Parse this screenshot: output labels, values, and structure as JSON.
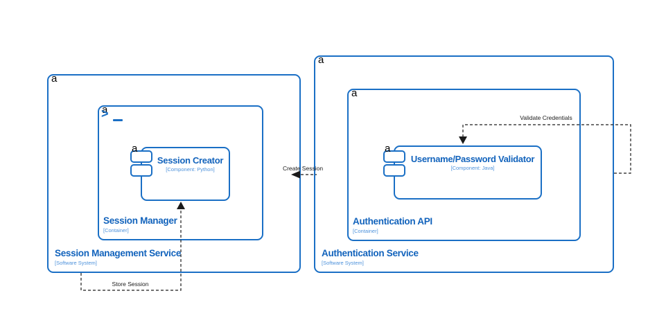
{
  "diagram": {
    "systems": [
      {
        "anchor": "a",
        "title": "Session Management Service",
        "subtitle": "[Software System]",
        "container": {
          "anchor": "a",
          "title": "Session Manager",
          "subtitle": "[Container]",
          "terminal_icon_glyph": ">",
          "component": {
            "anchor": "a",
            "title": "Session Creator",
            "subtitle": "[Component: Python]"
          }
        }
      },
      {
        "anchor": "a",
        "title": "Authentication Service",
        "subtitle": "[Software System]",
        "container": {
          "anchor": "a",
          "title": "Authentication API",
          "subtitle": "[Container]",
          "component": {
            "anchor": "a",
            "title": "Username/Password Validator",
            "subtitle": "[Component: Java]"
          }
        }
      }
    ],
    "relationships": [
      {
        "label": "Create Session"
      },
      {
        "label": "Store Session"
      },
      {
        "label": "Validate Credentials"
      }
    ],
    "colors": {
      "border": "#1A6FC5",
      "title": "#1263BC",
      "subtitle": "#4E92DB",
      "line": "#1a1a1a",
      "anchor": "#000000"
    }
  }
}
